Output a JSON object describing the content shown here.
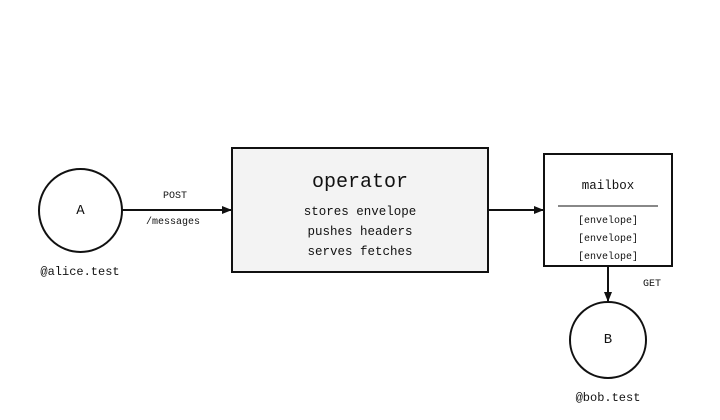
{
  "nodes": {
    "a": {
      "label": "A",
      "handle": "@alice.test"
    },
    "b": {
      "label": "B",
      "handle": "@bob.test"
    },
    "operator": {
      "title": "operator",
      "lines": [
        "stores envelope",
        "pushes headers",
        "serves fetches"
      ]
    },
    "mailbox": {
      "title": "mailbox",
      "items": [
        "[envelope]",
        "[envelope]",
        "[envelope]"
      ]
    }
  },
  "edges": {
    "post_method": "POST",
    "post_path": "/messages",
    "get_method": "GET"
  }
}
